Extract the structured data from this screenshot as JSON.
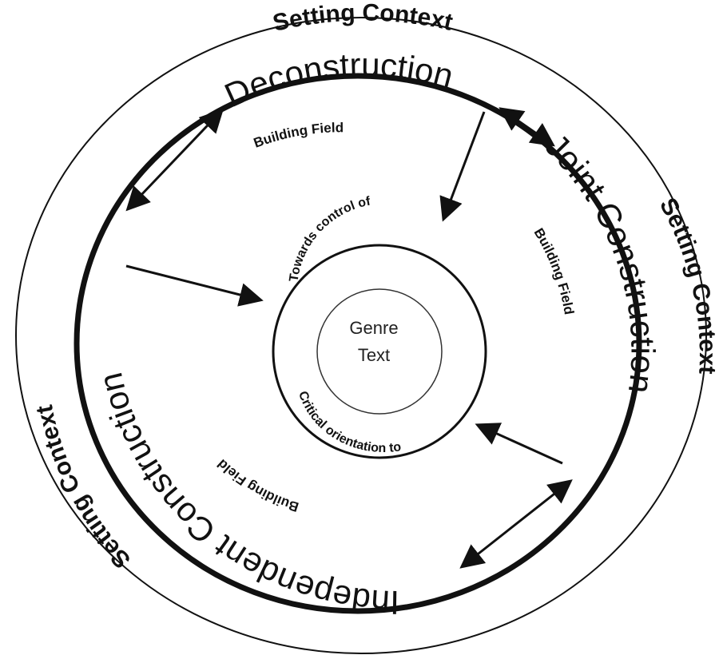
{
  "diagram": {
    "setting_context": [
      "Setting Context",
      "Setting Context",
      "Setting Context"
    ],
    "stages": {
      "deconstruction": "Deconstruction",
      "joint": "Joint Construction",
      "independent": "Independent Construction"
    },
    "building_field": [
      "Building Field",
      "Building Field",
      "Building Field"
    ],
    "inner_ring": {
      "top": "Towards control of",
      "bottom": "Critical orientation to"
    },
    "core": {
      "line1": "Genre",
      "line2": "Text"
    }
  },
  "colors": {
    "ink": "#111111",
    "background": "#ffffff"
  }
}
